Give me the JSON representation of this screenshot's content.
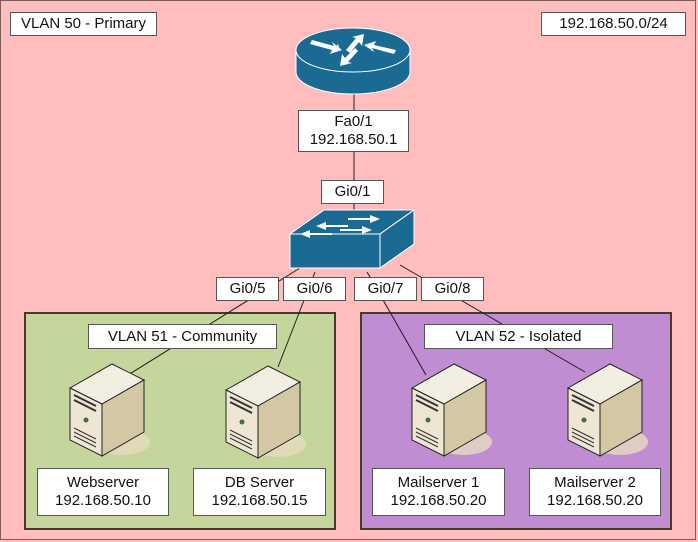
{
  "diagram": {
    "title": "VLAN 50 - Primary",
    "subnet": "192.168.50.0/24",
    "router": {
      "icon": "router-icon",
      "interface": "Fa0/1",
      "ip": "192.168.50.1"
    },
    "switch": {
      "icon": "switch-icon",
      "uplink_port": "Gi0/1",
      "ports": [
        "Gi0/5",
        "Gi0/6",
        "Gi0/7",
        "Gi0/8"
      ]
    },
    "vlans": [
      {
        "label": "VLAN 51 - Community",
        "color": "#c4d69c",
        "servers": [
          {
            "name": "Webserver",
            "ip": "192.168.50.10",
            "port": "Gi0/5"
          },
          {
            "name": "DB Server",
            "ip": "192.168.50.15",
            "port": "Gi0/6"
          }
        ]
      },
      {
        "label": "VLAN 52 - Isolated",
        "color": "#c08cd2",
        "servers": [
          {
            "name": "Mailserver 1",
            "ip": "192.168.50.20",
            "port": "Gi0/7"
          },
          {
            "name": "Mailserver 2",
            "ip": "192.168.50.20",
            "port": "Gi0/8"
          }
        ]
      }
    ],
    "colors": {
      "primary_bg": "#ffbdbd",
      "device_blue": "#1a6a94"
    }
  }
}
